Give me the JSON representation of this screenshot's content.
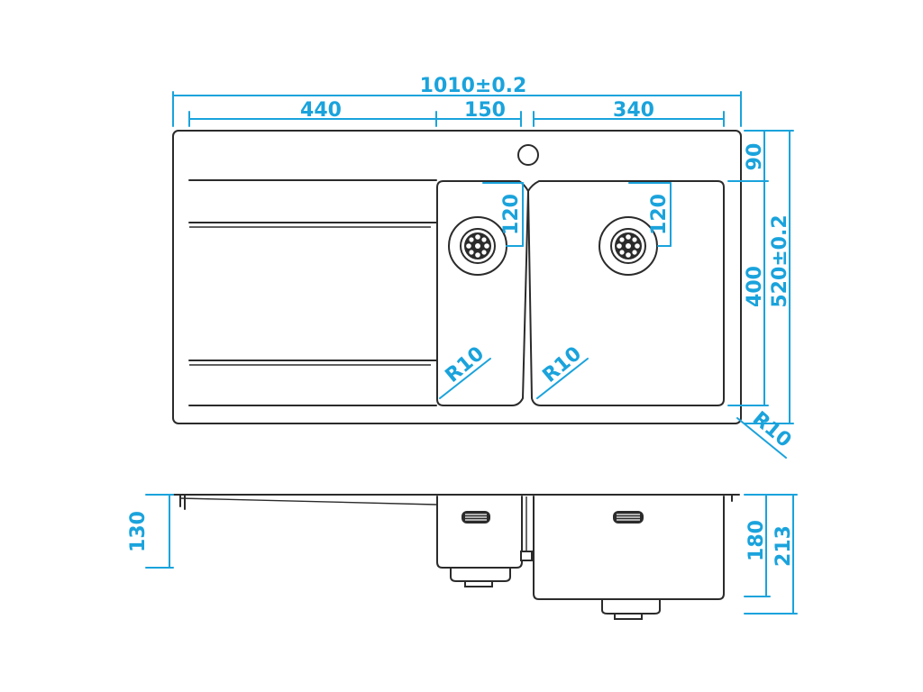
{
  "dimensions": {
    "overall_width": "1010±0.2",
    "drainer_width": "440",
    "middle_width": "150",
    "right_width": "340",
    "top_margin": "90",
    "bowl_depth_front": "400",
    "overall_depth": "520±0.2",
    "waste_offset_left": "120",
    "waste_offset_right": "120",
    "radius_left": "R10",
    "radius_right": "R10",
    "radius_corner": "R10",
    "small_bowl_height": "130",
    "large_bowl_height": "180",
    "total_height": "213"
  },
  "colors": {
    "outline": "#2b2b2b",
    "dimension": "#1aa3dc"
  }
}
